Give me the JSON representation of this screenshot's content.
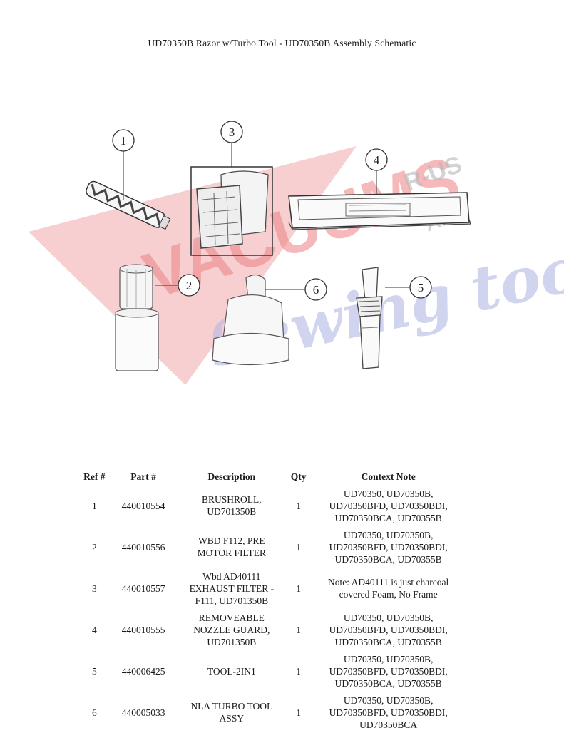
{
  "title": "UD70350B Razor w/Turbo Tool - UD70350B Assembly Schematic",
  "watermark": {
    "line1": "VACUUMS",
    "line2": "R-US",
    "line3": "AND",
    "line4": "Sewing too",
    "colors": {
      "red": "#e8474b",
      "blue": "#8a8fd0",
      "gray": "#8a8a8a"
    }
  },
  "callouts": [
    "1",
    "2",
    "3",
    "4",
    "5",
    "6"
  ],
  "table": {
    "headers": {
      "ref": "Ref #",
      "part": "Part #",
      "description": "Description",
      "qty": "Qty",
      "note": "Context Note"
    },
    "rows": [
      {
        "ref": "1",
        "part": "440010554",
        "description": [
          "BRUSHROLL,",
          "UD701350B"
        ],
        "qty": "1",
        "note": [
          "UD70350, UD70350B,",
          "UD70350BFD, UD70350BDI,",
          "UD70350BCA, UD70355B"
        ]
      },
      {
        "ref": "2",
        "part": "440010556",
        "description": [
          "WBD F112, PRE",
          "MOTOR FILTER"
        ],
        "qty": "1",
        "note": [
          "UD70350, UD70350B,",
          "UD70350BFD, UD70350BDI,",
          "UD70350BCA, UD70355B"
        ]
      },
      {
        "ref": "3",
        "part": "440010557",
        "description": [
          "Wbd AD40111",
          "EXHAUST FILTER -",
          "F111, UD701350B"
        ],
        "qty": "1",
        "note": [
          "Note: AD40111 is just charcoal",
          "covered Foam, No Frame"
        ]
      },
      {
        "ref": "4",
        "part": "440010555",
        "description": [
          "REMOVEABLE",
          "NOZZLE GUARD,",
          "UD701350B"
        ],
        "qty": "1",
        "note": [
          "UD70350, UD70350B,",
          "UD70350BFD, UD70350BDI,",
          "UD70350BCA, UD70355B"
        ]
      },
      {
        "ref": "5",
        "part": "440006425",
        "description": [
          "TOOL-2IN1"
        ],
        "qty": "1",
        "note": [
          "UD70350, UD70350B,",
          "UD70350BFD, UD70350BDI,",
          "UD70350BCA, UD70355B"
        ]
      },
      {
        "ref": "6",
        "part": "440005033",
        "description": [
          "NLA TURBO TOOL",
          "ASSY"
        ],
        "qty": "1",
        "note": [
          "UD70350, UD70350B,",
          "UD70350BFD, UD70350BDI,",
          "UD70350BCA"
        ]
      }
    ]
  }
}
